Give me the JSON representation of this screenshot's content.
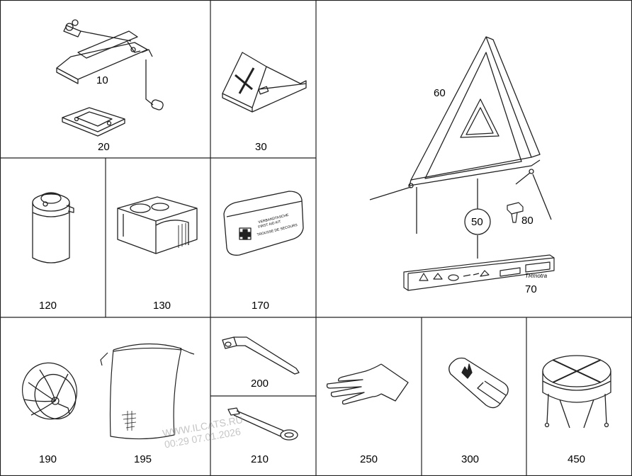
{
  "parts": [
    {
      "id": "jack",
      "label": "10",
      "icon": "scissor-jack-icon"
    },
    {
      "id": "jack-plate",
      "label": "20",
      "icon": "jack-base-plate-icon"
    },
    {
      "id": "wheel-chock",
      "label": "30",
      "icon": "wheel-chock-icon"
    },
    {
      "id": "warning-triangle",
      "label": "60",
      "icon": "warning-triangle-icon"
    },
    {
      "id": "triangle-set",
      "label": "50",
      "icon": "callout-circle-icon"
    },
    {
      "id": "clip",
      "label": "80",
      "icon": "clip-icon"
    },
    {
      "id": "triangle-case",
      "label": "70",
      "icon": "triangle-case-icon"
    },
    {
      "id": "sealant-bottle",
      "label": "120",
      "icon": "sealant-bottle-icon"
    },
    {
      "id": "compressor",
      "label": "130",
      "icon": "compressor-icon"
    },
    {
      "id": "first-aid-kit",
      "label": "170",
      "icon": "first-aid-kit-icon"
    },
    {
      "id": "wheel-bolt-wrench-case",
      "label": "190",
      "icon": "spare-wheel-bowl-icon"
    },
    {
      "id": "tool-bag",
      "label": "195",
      "icon": "drawstring-bag-icon"
    },
    {
      "id": "wheel-wrench",
      "label": "200",
      "icon": "lug-wrench-icon"
    },
    {
      "id": "towing-eye",
      "label": "210",
      "icon": "towing-eye-icon"
    },
    {
      "id": "gloves",
      "label": "250",
      "icon": "glove-icon"
    },
    {
      "id": "fire-extinguisher",
      "label": "300",
      "icon": "extinguisher-icon"
    },
    {
      "id": "folding-tire",
      "label": "450",
      "icon": "folding-spare-tire-icon"
    }
  ],
  "first_aid_text": {
    "line1": "VERBANDTASCHE",
    "line2": "FIRST AID KIT",
    "line3": "TROUSSE DE SECOURS"
  },
  "case_brand": "TRmotra",
  "watermark": {
    "line1": "WWW.ILCATS.RU",
    "line2": "00:29 07.01.2026"
  }
}
